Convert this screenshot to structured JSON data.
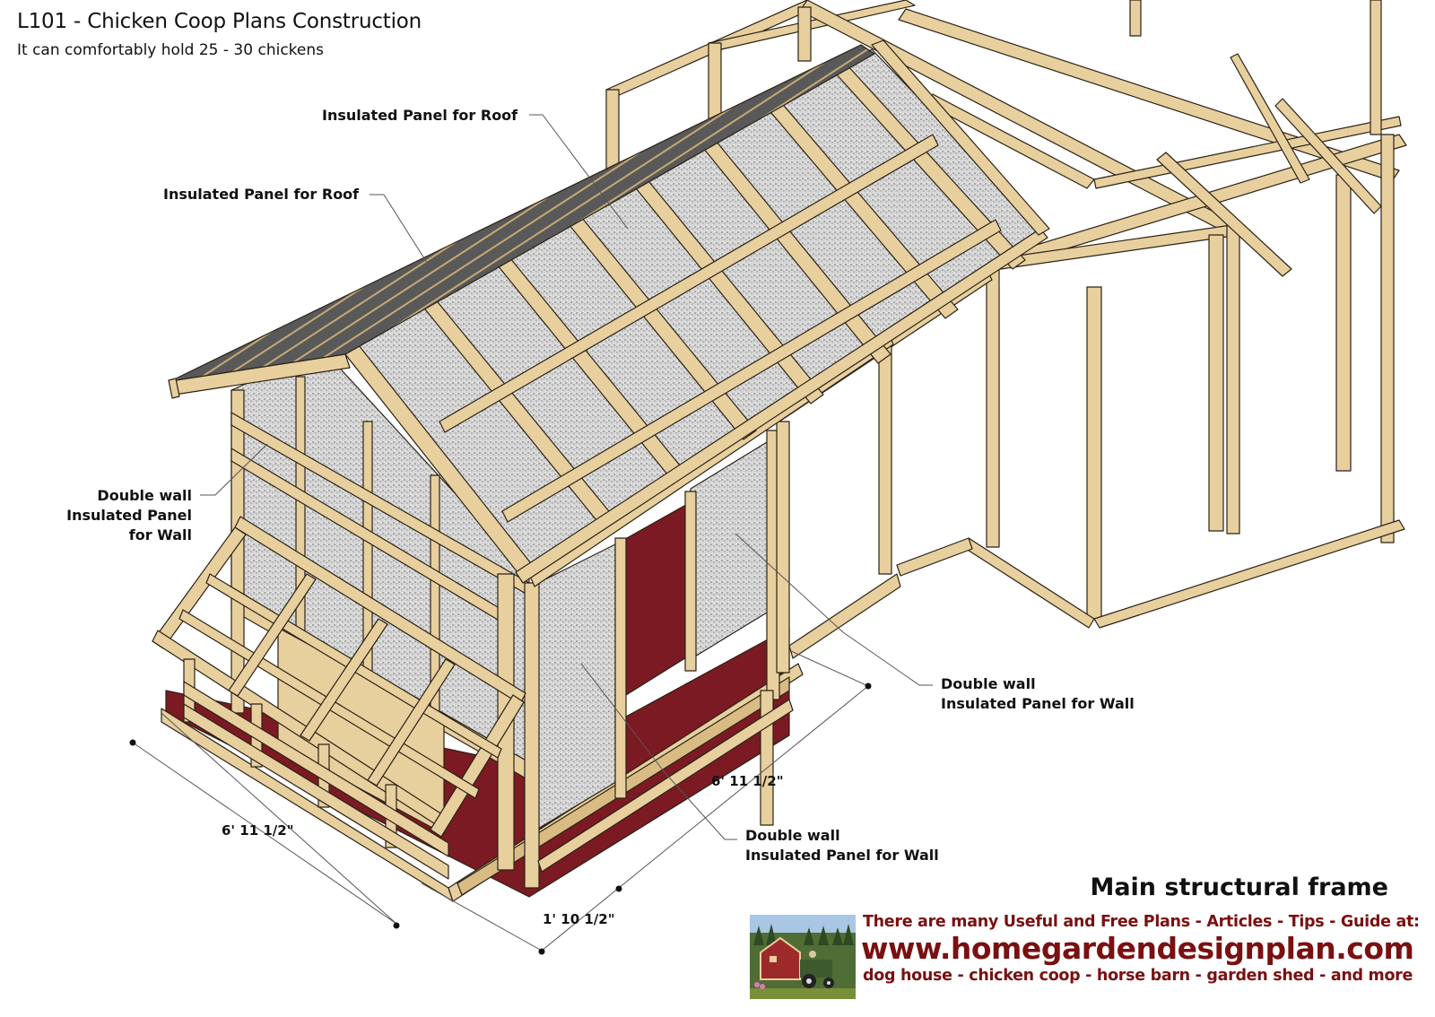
{
  "header": {
    "title": "L101 - Chicken Coop Plans Construction",
    "subtitle": "It can comfortably hold 25 - 30 chickens"
  },
  "callouts": {
    "roof_panel_upper": "Insulated Panel for Roof",
    "roof_panel_lower": "Insulated Panel for Roof",
    "left_wall": {
      "line1": "Double wall",
      "line2": "Insulated Panel",
      "line3": "for Wall"
    },
    "right_wall": {
      "line1": "Double wall",
      "line2": "Insulated Panel for Wall"
    },
    "front_wall": {
      "line1": "Double wall",
      "line2": "Insulated Panel for Wall"
    }
  },
  "dimensions": {
    "left_width": "6' 11 1/2\"",
    "right_length": "6' 11 1/2\"",
    "nest_box_depth": "1' 10 1/2\""
  },
  "section_title": "Main structural frame",
  "banner": {
    "line1": "There are many Useful and Free Plans - Articles - Tips - Guide at:",
    "url": "www.homegardendesignplan.com",
    "line3": "dog house - chicken coop - horse barn - garden shed - and more"
  },
  "colors": {
    "wood": "#e8cf9e",
    "wood_shadow": "#d9bb84",
    "insulation": "#c9c9c9",
    "floor": "#7b1a22",
    "shingle": "#5a5a5a",
    "banner_text": "#7a1010",
    "outline": "#2a2216"
  }
}
